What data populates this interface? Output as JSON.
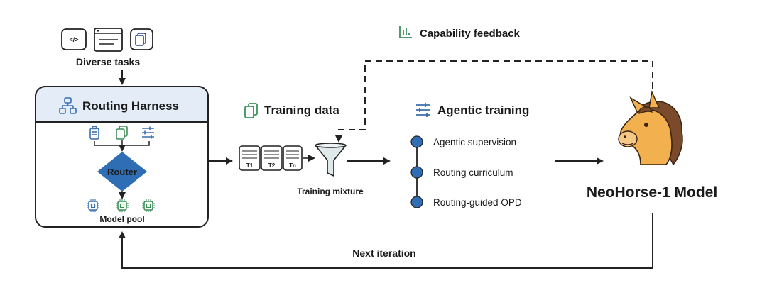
{
  "colors": {
    "accent_blue": "#3a6fb0",
    "accent_green": "#3f8f5a",
    "harness_header_bg": "#e3ecf7",
    "node_blue": "#2f6db5",
    "horse_body": "#f2b04f",
    "horse_mane": "#7a4a2a",
    "line": "#222222"
  },
  "tasks": {
    "label": "Diverse tasks",
    "icons": [
      "code-icon",
      "browser-window-icon",
      "documents-icon"
    ],
    "code_glyph": "</>"
  },
  "harness": {
    "title": "Routing Harness",
    "title_icon": "hierarchy-icon",
    "top_icons": [
      "clipboard-icon",
      "documents-icon",
      "sliders-icon"
    ],
    "router_label": "Router",
    "pool_icons": [
      "chip-icon",
      "chip-icon",
      "chip-icon"
    ],
    "pool_label": "Model pool"
  },
  "training_data": {
    "title": "Training data",
    "icon": "documents-icon",
    "tables": [
      "T1",
      "T2",
      "Tn"
    ],
    "mixture_label": "Training mixture",
    "mixture_icon": "funnel-icon"
  },
  "feedback": {
    "label": "Capability feedback",
    "icon": "bar-chart-icon"
  },
  "agentic": {
    "title": "Agentic training",
    "icon": "sliders-icon",
    "steps": [
      "Agentic supervision",
      "Routing curriculum",
      "Routing-guided OPD"
    ]
  },
  "model": {
    "name": "NeoHorse-1 Model",
    "icon": "horse-head-icon"
  },
  "loop": {
    "label": "Next iteration"
  }
}
